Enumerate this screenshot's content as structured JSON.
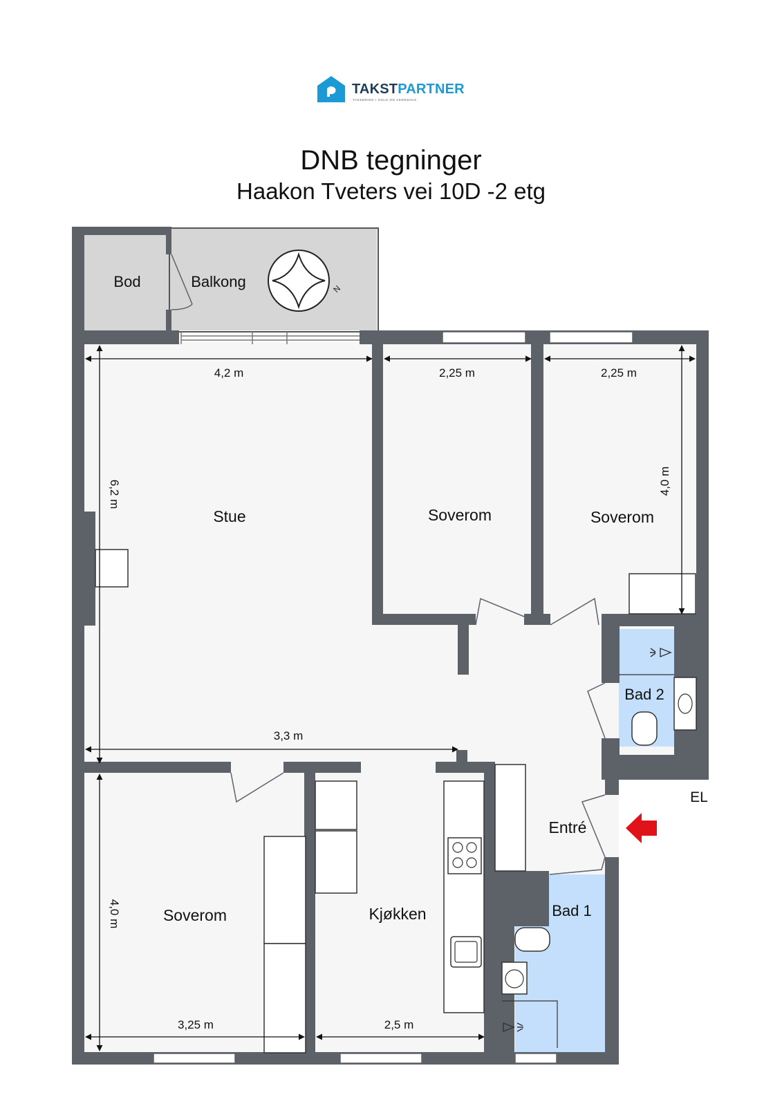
{
  "logo": {
    "brand_a": "TAKST",
    "brand_b": "PARTNER",
    "tagline": "TAKSERING I OSLO OG AKERSHUS",
    "brand_color": "#1b9ad6"
  },
  "header": {
    "title": "DNB tegninger",
    "subtitle": "Haakon Tveters vei 10D -2 etg"
  },
  "rooms": {
    "bod": "Bod",
    "balkong": "Balkong",
    "stue": "Stue",
    "soverom_1": "Soverom",
    "soverom_2": "Soverom",
    "soverom_3": "Soverom",
    "kjokken": "Kjøkken",
    "entre": "Entré",
    "bad_1": "Bad 1",
    "bad_2": "Bad 2",
    "el": "EL"
  },
  "dimensions": {
    "stue_width": "4,2 m",
    "stue_depth": "6,2 m",
    "stue_bottom": "3,3 m",
    "soverom_1_width": "2,25 m",
    "soverom_2_width": "2,25 m",
    "soverom_2_depth": "4,0 m",
    "soverom_3_depth": "4,0 m",
    "soverom_3_width": "3,25 m",
    "kjokken_width": "2,5 m"
  },
  "compass": {
    "label": "N"
  },
  "colors": {
    "wall": "#5d6168",
    "floor": "#f6f6f7",
    "outdoor": "#d6d6d6",
    "bathroom": "#c4dffb",
    "entry_arrow": "#e0121a"
  }
}
